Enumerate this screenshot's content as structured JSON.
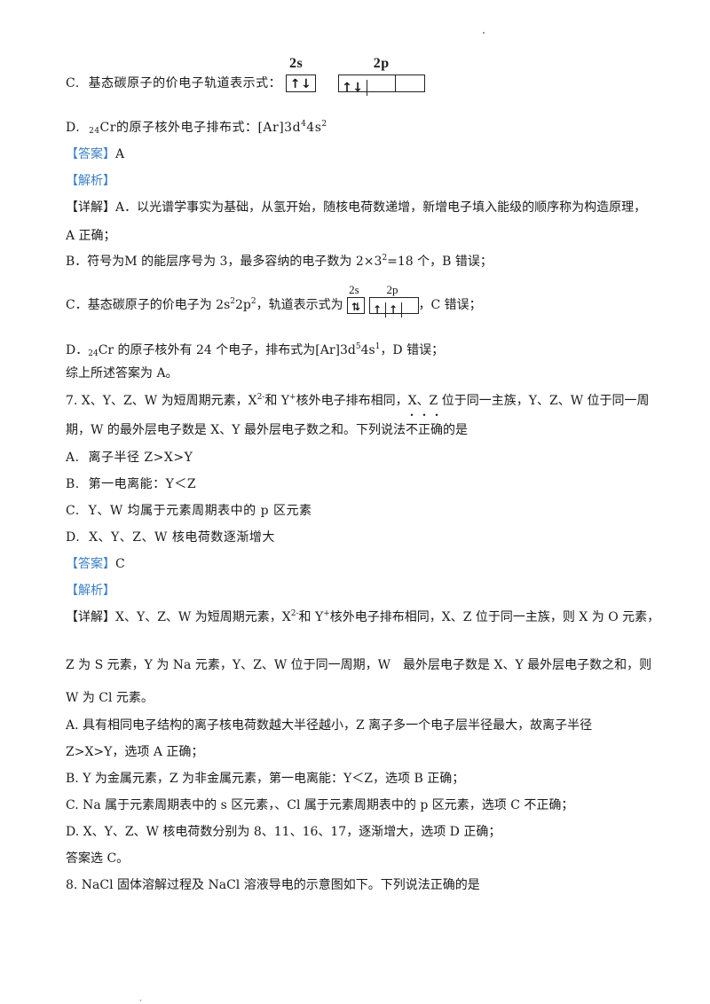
{
  "q6": {
    "option_c": {
      "label": "C.",
      "text": "基态碳原子的价电子轨道表示式：",
      "orbital_2s_label": "2s",
      "orbital_2p_label": "2p",
      "orbital_2s": [
        "↑↓"
      ],
      "orbital_2p": [
        "↑↓",
        "",
        ""
      ]
    },
    "option_d": {
      "label": "D.",
      "sub": "24",
      "element": "Cr",
      "text": "的原子核外电子排布式：[Ar]3d",
      "sup1": "4",
      "mid": "4s",
      "sup2": "2"
    },
    "answer_tag": "【答案】",
    "answer": "A",
    "analysis_tag": "【解析】",
    "detail_tag": "【详解】",
    "detail_a1": "A．以光谱学事实为基础，从氢开始，随核电荷数递增，新增电子填入能级的顺序称为构造原理，",
    "detail_a2": "A 正确；",
    "detail_b_pre": "B．符号为M 的能层序号为 3，最多容纳的电子数为 2×3",
    "detail_b_sup": "2",
    "detail_b_post": "=18 个，B 错误；",
    "detail_c_pre": "C．基态碳原子的价电子为 2s",
    "detail_c_sup1": "2",
    "detail_c_mid": "2p",
    "detail_c_sup2": "2",
    "detail_c_mid2": "，轨道表示式为",
    "detail_c_orbital_2s_label": "2s",
    "detail_c_orbital_2p_label": "2p",
    "detail_c_orbital_2s": [
      "⇅"
    ],
    "detail_c_orbital_2p": [
      "↑",
      "↑",
      ""
    ],
    "detail_c_post": "，C 错误；",
    "detail_d_pre": "D．",
    "detail_d_sub": "24",
    "detail_d_el": "Cr 的原子核外有 24 个电子，排布式为[Ar]3d",
    "detail_d_sup1": "5",
    "detail_d_mid": "4s",
    "detail_d_sup2": "1",
    "detail_d_post": "，D 错误；",
    "summary": "综上所述答案为 A。"
  },
  "q7": {
    "stem1_pre": "7. X、Y、Z、W 为短周期元素，X",
    "stem1_sup1": "2-",
    "stem1_mid": "和 Y",
    "stem1_sup2": "+",
    "stem1_post": "核外电子排布相同，X、Z 位于同一主族，Y、Z、W 位于同一周",
    "stem2_pre": "期，W 的最外层电子数是 X、Y 最外层电子数之和。下列说法",
    "stem2_emph": [
      "不",
      "正",
      "确"
    ],
    "stem2_post": "的是",
    "options": [
      {
        "label": "A.",
        "text": "离子半径 Z>X>Y"
      },
      {
        "label": "B.",
        "text": "第一电离能：Y＜Z"
      },
      {
        "label": "C.",
        "text": "Y、W 均属于元素周期表中的 p 区元素"
      },
      {
        "label": "D.",
        "text": "X、Y、Z、W 核电荷数逐渐增大"
      }
    ],
    "answer_tag": "【答案】",
    "answer": "C",
    "analysis_tag": "【解析】",
    "detail_tag": "【详解】",
    "detail1_pre": "X、Y、Z、W 为短周期元素，X",
    "detail1_sup1": "2-",
    "detail1_mid": "和 Y",
    "detail1_sup2": "+",
    "detail1_post": "核外电子排布相同，X、Z 位于同一主族，则 X 为 O 元素，",
    "detail2": "Z 为 S 元素，Y 为 Na 元素，Y、Z、W 位于同一周期，W　最外层电子数是 X、Y 最外层电子数之和，则",
    "detail3": "W 为 Cl 元素。",
    "detail_a1": "A. 具有相同电子结构的离子核电荷数越大半径越小，Z 离子多一个电子层半径最大，故离子半径",
    "detail_a2": "Z>X>Y，选项 A 正确；",
    "detail_b": "B. Y 为金属元素，Z 为非金属元素，第一电离能：Y＜Z，选项 B 正确；",
    "detail_c": "C. Na 属于元素周期表中的 s 区元素，、Cl 属于元素周期表中的 p 区元素，选项 C 不正确；",
    "detail_d": "D. X、Y、Z、W 核电荷数分别为 8、11、16、17，逐渐增大，选项 D 正确；",
    "final": "答案选 C。"
  },
  "q8": {
    "stem": "8. NaCl 固体溶解过程及 NaCl 溶液导电的示意图如下。下列说法正确的是"
  }
}
